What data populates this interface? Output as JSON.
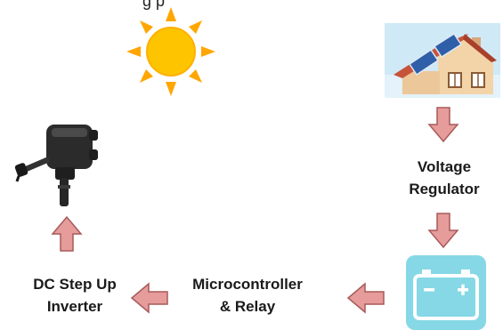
{
  "diagram": {
    "top_caption": "g                                   p",
    "nodes": {
      "voltage_regulator": "Voltage\nRegulator",
      "microcontroller_relay": "Microcontroller\n& Relay",
      "dc_step_up_inverter": "DC Step Up\nInverter"
    },
    "icons": [
      "sun-icon",
      "house-solar-icon",
      "battery-icon",
      "water-pump-icon"
    ],
    "colors": {
      "arrow_fill": "#e59c9b",
      "arrow_stroke": "#a85a5a",
      "sun": "#ffc400",
      "sun_rays": "#ffa600",
      "battery": "#86d8e6",
      "roof": "#c6533a",
      "house_wall": "#f2d4a8",
      "sky": "#cfe9f7"
    }
  }
}
